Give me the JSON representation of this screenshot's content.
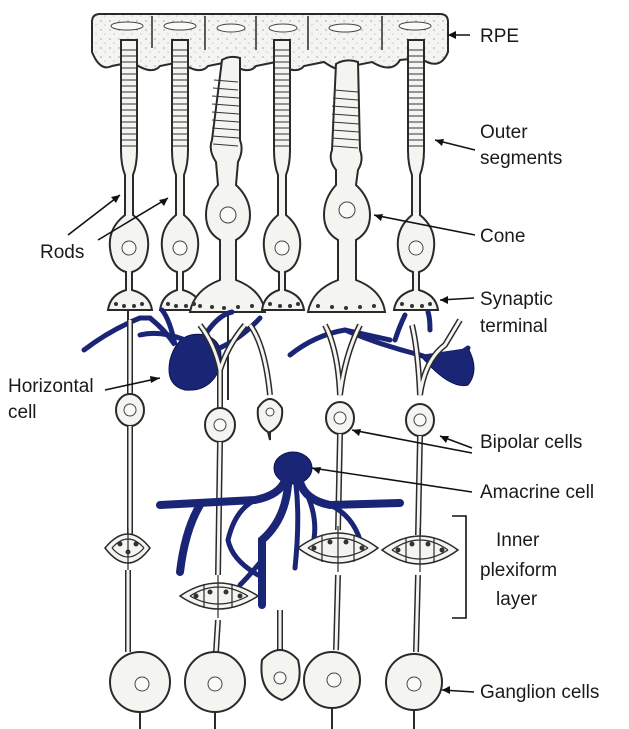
{
  "labels": {
    "rpe": "RPE",
    "outer_segments_line1": "Outer",
    "outer_segments_line2": "segments",
    "rods": "Rods",
    "cone": "Cone",
    "synaptic_line1": "Synaptic",
    "synaptic_line2": "terminal",
    "horizontal_line1": "Horizontal",
    "horizontal_line2": "cell",
    "bipolar": "Bipolar cells",
    "amacrine": "Amacrine cell",
    "inner_line1": "Inner",
    "inner_line2": "plexiform",
    "inner_line3": "layer",
    "ganglion": "Ganglion cells"
  },
  "colors": {
    "neuron_fill": "#f4f4f0",
    "outline": "#2a2a2a",
    "highlighted_cells": "#1b2575"
  }
}
